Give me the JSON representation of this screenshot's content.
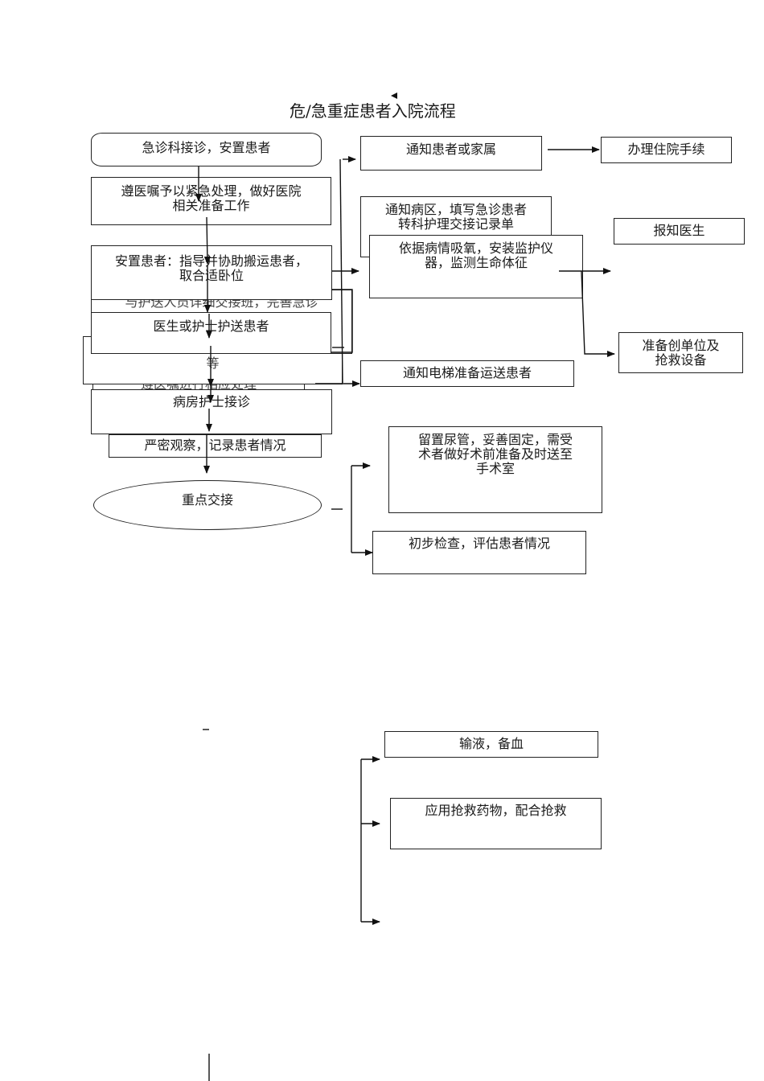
{
  "title": "危/急重症患者入院流程",
  "left_column": {
    "start": "急诊科接诊，安置患者",
    "step1": "遵医嘱予以紧急处理，做好医院相关准备工作",
    "step1_line1": "遵医嘱予以紧急处理，做好医院",
    "step1_line2": "相关准备工作",
    "step2_line1": "安置患者：指导并协助搬运患者，",
    "step2_line2": "取合适卧位",
    "hidden_handover": "与护送人员详细交接班，完善急诊",
    "escort": "医生或护士护送患者",
    "hidden_etc": "等",
    "hidden_orders": "遵医嘱进行相应处理",
    "ward_nurse": "病房护士接诊",
    "observe": "严密观察，记录患者情况",
    "key_handover": "重点交接"
  },
  "right_column": {
    "notify_family": "通知患者或家属",
    "admission": "办理住院手续",
    "notify_ward_line1": "通知病区，填写急诊患者",
    "notify_ward_line2": "转科护理交接记录单",
    "oxygen_line1": "依据病情吸氧，安装监护仪",
    "oxygen_line2": "器，监测生命体征",
    "notify_doctor": "报知医生",
    "prepare_line1": "准备创单位及",
    "prepare_line2": "抢救设备",
    "elevator": "通知电梯准备运送患者",
    "catheter_line1": "留置尿管，妥善固定，需受",
    "catheter_line2": "术者做好术前准备及时送至",
    "catheter_line3": "手术室",
    "exam": "初步检查，评估患者情况",
    "infusion": "输液，备血",
    "drugs": "应用抢救药物，配合抢救"
  }
}
